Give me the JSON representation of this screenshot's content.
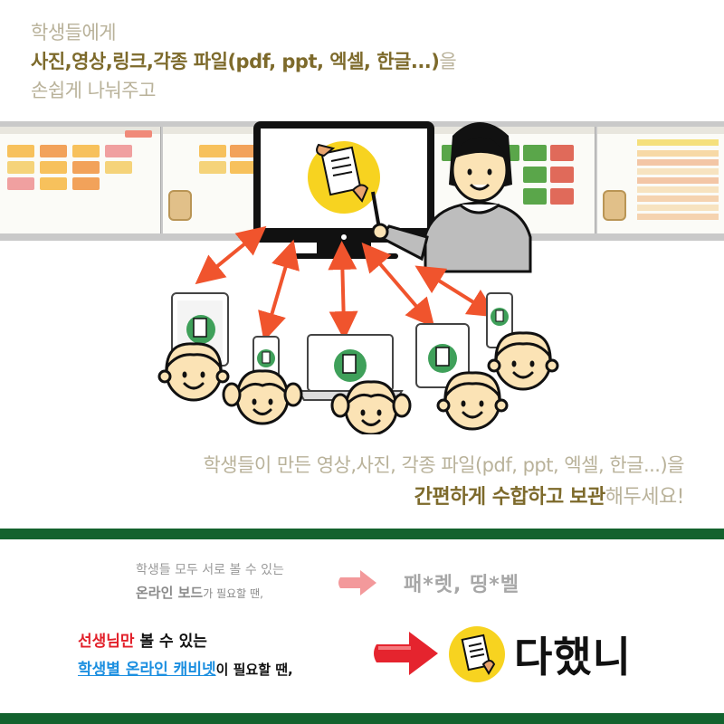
{
  "intro": {
    "line1": "학생들에게",
    "line2": "사진,영상,링크,각종 파일(pdf, ppt, 엑셀, 한글...)",
    "line2_particle": "을",
    "line3": "손쉽게 나눠주고"
  },
  "summary": {
    "line1": "학생들이 만든 영상,사진, 각종 파일(pdf, ppt, 엑셀, 한글...)을",
    "highlight_a": "간편하게 수합하고",
    "highlight_b": "보관",
    "tail": "해두세요!"
  },
  "comparison": {
    "padlet_desc_1": "학생들 모두 서로 볼 수 있는",
    "padlet_desc_2a": "온라인 보드",
    "padlet_desc_2b": "가 필요할 땐,",
    "padlet_name": "패*렛, 띵*벨",
    "dahaetni_desc_1a": "선생님만",
    "dahaetni_desc_1b": " 볼 수 있는",
    "dahaetni_desc_2a": "학생별 온라인 캐비넷",
    "dahaetni_desc_2b": "이 필요할 땐,",
    "brand_name": "다했니"
  },
  "colors": {
    "muted_text": "#b9b29a",
    "accent_olive": "#7d6a2b",
    "rule_green": "#13622e",
    "arrow_orange": "#f0542d",
    "brand_yellow": "#f7d320",
    "highlight_red": "#e2202a",
    "highlight_blue": "#1c8fe0"
  },
  "icons": {
    "teacher": "teacher-icon",
    "student": "student-face-icon",
    "tablet": "tablet-icon",
    "phone": "phone-icon",
    "laptop": "laptop-icon",
    "monitor": "monitor-icon",
    "arrow_pink": "arrow-right-icon",
    "arrow_red": "arrow-right-icon",
    "brand_logo": "document-hand-logo-icon"
  }
}
